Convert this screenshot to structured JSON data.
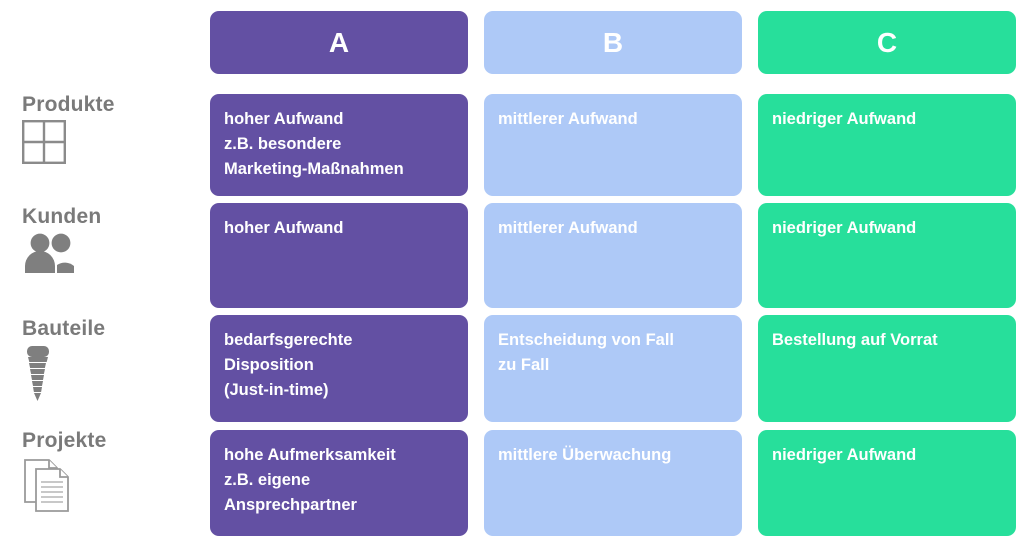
{
  "colors": {
    "column_a": "#6350A3",
    "column_b": "#AEC9F7",
    "column_c": "#27DF9B",
    "label_text": "#7A7A7A",
    "card_text": "#FFFFFF",
    "background": "#FFFFFF"
  },
  "columns": [
    {
      "id": "a",
      "label": "A",
      "icon": ""
    },
    {
      "id": "b",
      "label": "B",
      "icon": ""
    },
    {
      "id": "c",
      "label": "C",
      "icon": ""
    }
  ],
  "rows": [
    {
      "label": "Produkte",
      "icon": "grid-2x2-icon",
      "cells": {
        "a": "hoher Aufwand\nz.B. besondere\nMarketing-Maßnahmen",
        "b": "mittlerer Aufwand",
        "c": "niedriger Aufwand"
      }
    },
    {
      "label": "Kunden",
      "icon": "two-people-icon",
      "cells": {
        "a": "hoher Aufwand",
        "b": "mittlerer Aufwand",
        "c": "niedriger Aufwand"
      }
    },
    {
      "label": "Bauteile",
      "icon": "screw-icon",
      "cells": {
        "a": "bedarfsgerechte\nDisposition\n(Just-in-time)",
        "b": "Entscheidung von Fall\nzu Fall",
        "c": "Bestellung auf Vorrat"
      }
    },
    {
      "label": "Projekte",
      "icon": "documents-icon",
      "cells": {
        "a": "hohe Aufmerksamkeit\nz.B. eigene\nAnsprechpartner",
        "b": "mittlere Überwachung",
        "c": "niedriger Aufwand"
      }
    }
  ]
}
